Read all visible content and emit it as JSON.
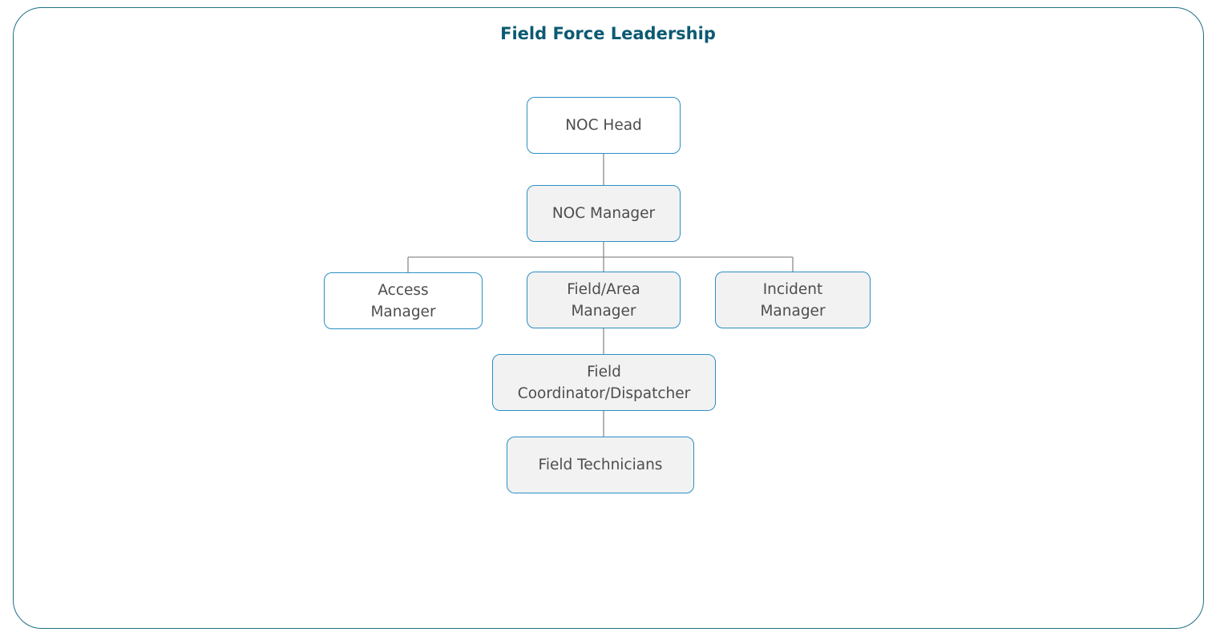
{
  "diagram": {
    "title": "Field Force Leadership",
    "colors": {
      "frame_border": "#1e6f84",
      "title": "#0b5a73",
      "node_border": "#2a8fc4",
      "node_text": "#4d4d4d",
      "node_fill_white": "#ffffff",
      "node_fill_grey": "#f2f2f2",
      "connector": "#8c8c8c"
    },
    "nodes": {
      "noc_head": {
        "line1": "NOC Head",
        "line2": ""
      },
      "noc_manager": {
        "line1": "NOC Manager",
        "line2": ""
      },
      "access_manager": {
        "line1": "Access",
        "line2": "Manager"
      },
      "field_area_manager": {
        "line1": "Field/Area",
        "line2": "Manager"
      },
      "incident_manager": {
        "line1": "Incident",
        "line2": "Manager"
      },
      "field_coordinator": {
        "line1": "Field",
        "line2": "Coordinator/Dispatcher"
      },
      "field_technicians": {
        "line1": "Field Technicians",
        "line2": ""
      }
    },
    "edges": [
      {
        "from": "noc_head",
        "to": "noc_manager"
      },
      {
        "from": "noc_manager",
        "to": "access_manager"
      },
      {
        "from": "noc_manager",
        "to": "field_area_manager"
      },
      {
        "from": "noc_manager",
        "to": "incident_manager"
      },
      {
        "from": "field_area_manager",
        "to": "field_coordinator"
      },
      {
        "from": "field_coordinator",
        "to": "field_technicians"
      }
    ]
  }
}
